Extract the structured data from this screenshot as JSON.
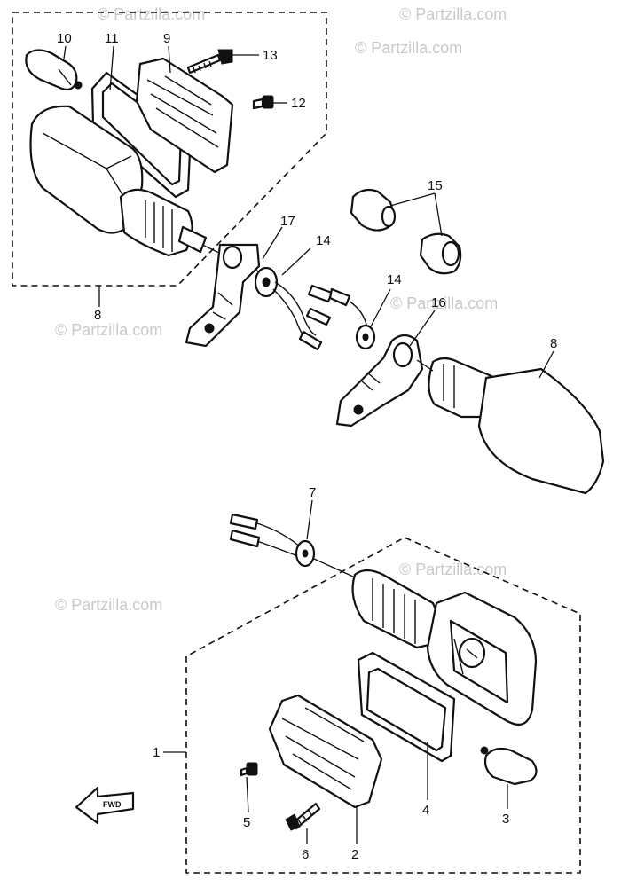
{
  "watermark": "© Partzilla.com",
  "fwd_label": "FWD",
  "callouts": {
    "c1": "1",
    "c2": "2",
    "c3": "3",
    "c4": "4",
    "c5": "5",
    "c6": "6",
    "c7": "7",
    "c8a": "8",
    "c8b": "8",
    "c9": "9",
    "c10": "10",
    "c11": "11",
    "c12": "12",
    "c13": "13",
    "c14a": "14",
    "c14b": "14",
    "c15": "15",
    "c16": "16",
    "c17": "17"
  }
}
